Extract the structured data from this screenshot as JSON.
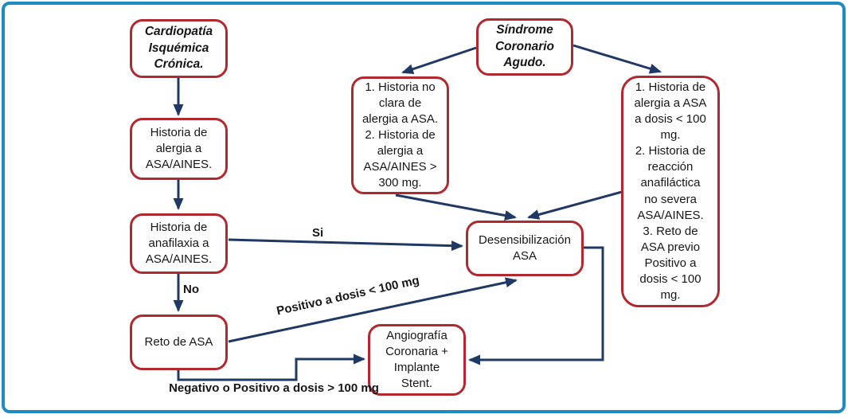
{
  "colors": {
    "frame_border": "#1e8cc0",
    "node_border": "#b1282e",
    "arrow": "#1f3864",
    "text": "#161616",
    "background": "#ffffff"
  },
  "nodes": {
    "cardiopatia": {
      "text": "Cardiopatía\nIsquémica\nCrónica."
    },
    "historia_alergia": {
      "text": "Historia de\nalergia a\nASA/AINES."
    },
    "historia_anafilaxia": {
      "text": "Historia de\nanafilaxia a\nASA/AINES."
    },
    "reto_asa": {
      "text": "Reto de ASA"
    },
    "sindrome": {
      "text": "Síndrome\nCoronario\nAgudo."
    },
    "historia_no_clara": {
      "text": "1. Historia no\nclara de\nalergia a ASA.\n2. Historia de\nalergia a\nASA/AINES >\n300 mg."
    },
    "historia_dosis": {
      "text": "1. Historia de\nalergia a ASA\na dosis < 100\nmg.\n2. Historia de\nreacción\nanafiláctica\nno severa\nASA/AINES.\n3. Reto de\nASA previo\nPositivo a\ndosis < 100\nmg."
    },
    "desensibilizacion": {
      "text": "Desensibilización\nASA"
    },
    "angiografia": {
      "text": "Angiografía\nCoronaria +\nImplante\nStent."
    }
  },
  "edge_labels": {
    "si": "Si",
    "no": "No",
    "positivo": "Positivo a dosis < 100 mg",
    "negativo": "Negativo o Positivo a dosis > 100 mg"
  }
}
